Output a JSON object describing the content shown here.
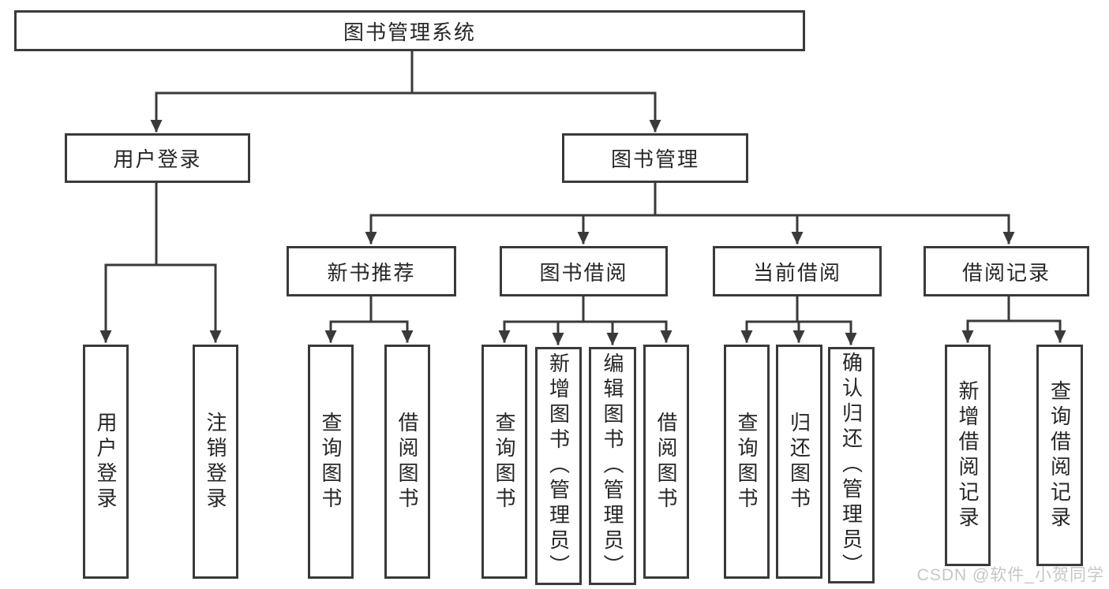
{
  "colors": {
    "line": "#3a3a3a",
    "text": "#262626",
    "background": "#ffffff",
    "watermark": "#c6c6c6"
  },
  "tree": {
    "root": {
      "label": "图书管理系统"
    },
    "user_login": {
      "label": "用户登录",
      "children": [
        {
          "label": "用户登录"
        },
        {
          "label": "注销登录"
        }
      ]
    },
    "book_mgmt": {
      "label": "图书管理",
      "sections": [
        {
          "label": "新书推荐",
          "children": [
            {
              "label": "查询图书"
            },
            {
              "label": "借阅图书"
            }
          ]
        },
        {
          "label": "图书借阅",
          "children": [
            {
              "label": "查询图书"
            },
            {
              "label": "新增图书（管理员）"
            },
            {
              "label": "编辑图书（管理员）"
            },
            {
              "label": "借阅图书"
            }
          ]
        },
        {
          "label": "当前借阅",
          "children": [
            {
              "label": "查询图书"
            },
            {
              "label": "归还图书"
            },
            {
              "label": "确认归还（管理员）"
            }
          ]
        },
        {
          "label": "借阅记录",
          "children": [
            {
              "label": "新增借阅记录"
            },
            {
              "label": "查询借阅记录"
            }
          ]
        }
      ]
    }
  },
  "watermark": {
    "text": "CSDN @软件_小贺同学"
  }
}
